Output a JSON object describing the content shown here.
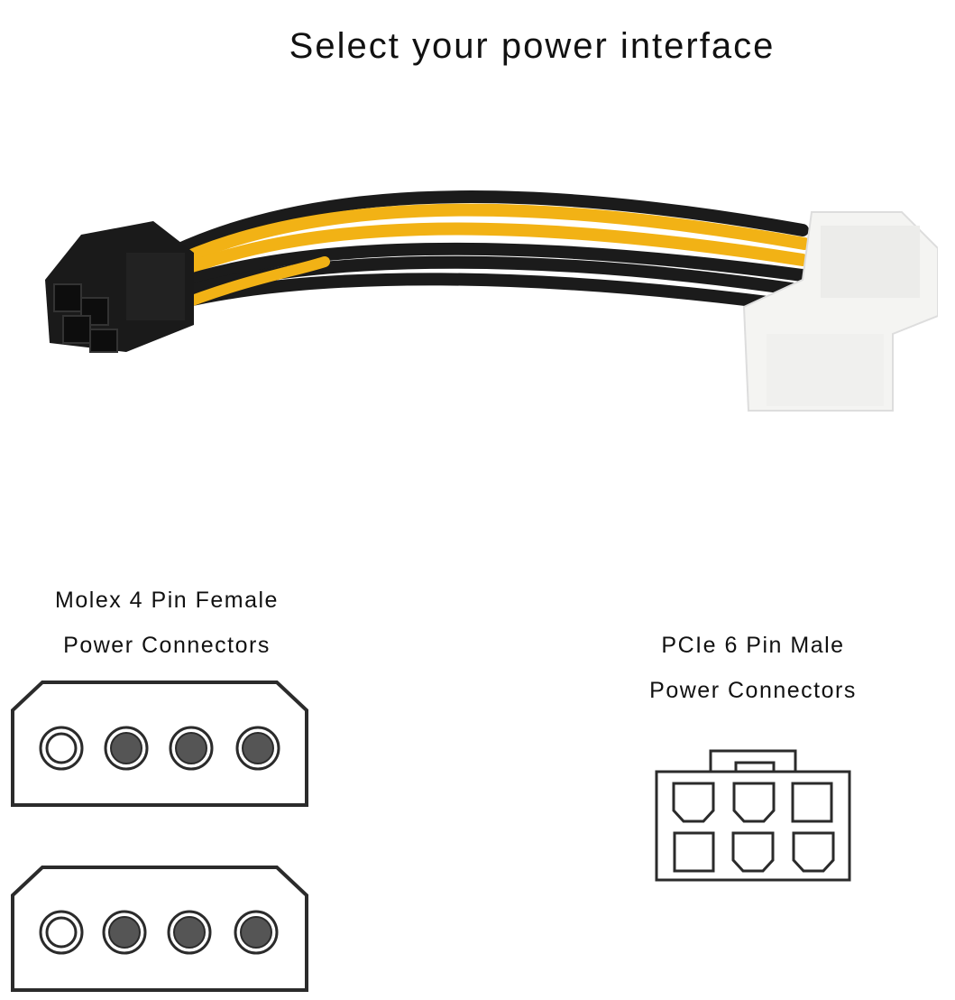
{
  "header": {
    "title": "Select your power interface"
  },
  "product_photo": {
    "description": "Adapter cable: PCIe 6-pin male to dual Molex 4-pin female",
    "wire_colors": {
      "yellow": "#f2b215",
      "black": "#1b1b1b"
    },
    "connector_colors": {
      "pcie": "#1a1a1a",
      "molex": "#f4f4f2"
    }
  },
  "molex": {
    "line1": "Molex 4 Pin Female",
    "line2": "Power Connectors",
    "connectors": [
      {
        "pins": [
          "empty",
          "filled",
          "filled",
          "filled"
        ]
      },
      {
        "pins": [
          "empty",
          "filled",
          "filled",
          "filled"
        ]
      }
    ]
  },
  "pcie": {
    "line1": "PCIe 6 Pin Male",
    "line2": "Power Connectors",
    "rows": [
      [
        "rounded",
        "rounded",
        "square"
      ],
      [
        "square",
        "rounded",
        "rounded"
      ]
    ]
  },
  "colors": {
    "outline": "#2b2b2b",
    "pin_fill": "#555555"
  }
}
